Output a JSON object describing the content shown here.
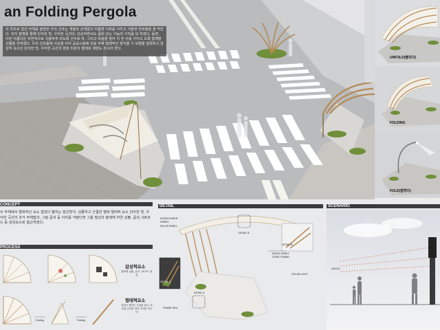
{
  "title": "an Folding Pergola",
  "intro": {
    "text": "의 최초로 접선 부채를 발명한 우리 선조는 개발과 관계없이 여름엔 더위를 식히고 겨울엔 찬바람을 을 막았다. 한지 발명을 통해 단아한 멋, 우아한 곡선미, 단순하면서도 품위 있는 기능의 가치를 보 하였다. 동면, 이런 아름다운 자연적으로 사용하게 되도록 선수로 하, 그리고 마음을 덮어 지 친 수를 가지고 도록 함께할 선물을 전하였다. 우리 선조들에 사상을 이어 공공시설에 진동 부채 형태적인 장식을 기 모범을 접목하고 감성적 요소인 단아한 멋, 우아한 곡선미 현대 미관의 형태로 재현도 하고자 한다."
  },
  "right_strip": {
    "panels": [
      {
        "label": "UNFOLD(펼치다)"
      },
      {
        "label": "FOLDING"
      },
      {
        "label": "FOLD(접히다)"
      }
    ]
  },
  "concept": {
    "title": "CONCEPT",
    "text": "의 부채에서 형태적인 요소 접었다 펼치는 접선방식, 심플하고 간결한 형태 형태적 요소 단아한 멋, 우아한 곡선의 과거 부채접과, 그림 글귀 등 이미를 석량다면 그들 형성과 흥에에 자연 심볼, 글귀, QR코드 등 감성요소로 접근하였다."
  },
  "process": {
    "title": "PROCESS",
    "sensibility": {
      "label": "감성적요소",
      "desc": "흥에에 심볼, 글귀, QR코드 등등"
    },
    "form": {
      "label": "형태적요소",
      "desc": "접었다 펼치는 사상을 접고, 외감성 단아한 멋과 우아한 곡선미"
    },
    "arrow1": "Folding",
    "arrow2": "Folding"
  },
  "detail": {
    "title": "DETAIL",
    "labels": {
      "korea_paper": "KOREA PAPER",
      "fabric": "FABRIC",
      "solar_panel": "SOLAR PANEL",
      "detail_a": "DETAIL A",
      "detail_b": "DETAIL B",
      "wood_sheet": "WOOD SHEET",
      "steel_frame": "STEEL FRAME",
      "solar_light": "SOLAR LIGHT",
      "frame_rail": "FRAME RAIL",
      "detail_a2": "DETAIL A",
      "detail_b2": "DETAIL B"
    }
  },
  "scenario": {
    "title": "SCENARIO",
    "angle_label": "ANGLE"
  },
  "colors": {
    "road": "#b9bbbd",
    "crosswalk": "#ffffff",
    "planter": "#6f8f3a",
    "wood": "#b58a55",
    "bar": "#3b3b3b"
  }
}
